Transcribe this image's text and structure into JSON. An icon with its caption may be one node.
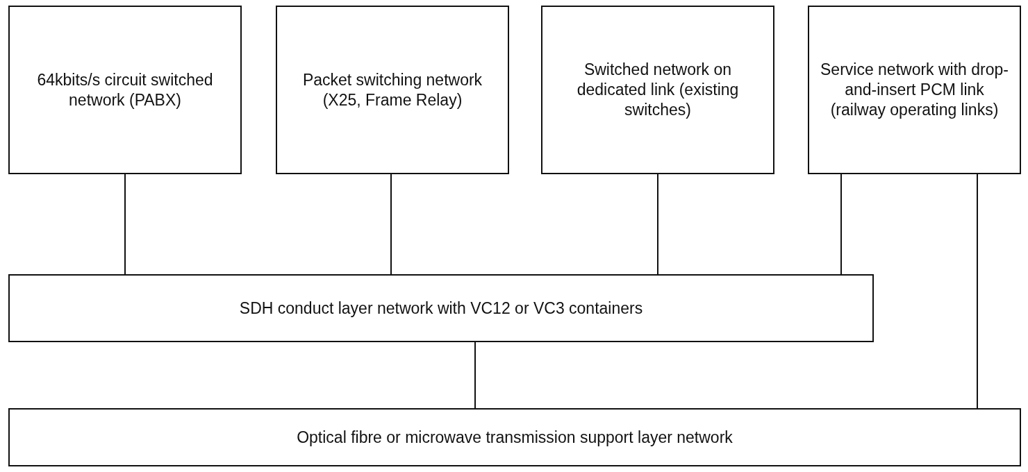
{
  "diagram": {
    "nodes": [
      {
        "text": [
          "64kbits/s circuit switched network (PABX)"
        ]
      },
      {
        "text": [
          "Packet switching network (X25, Frame Relay)"
        ]
      },
      {
        "text": [
          "Switched network on dedicated link (existing switches)"
        ]
      },
      {
        "text": [
          "Service network with drop-and-insert PCM link (railway operating links)"
        ]
      },
      {
        "text": [
          "SDH conduct layer network with VC12 or VC3 containers"
        ]
      },
      {
        "text": [
          "Optical fibre or microwave transmission support layer network"
        ]
      }
    ],
    "edges": [
      {
        "from": 0,
        "to": 4,
        "arrow": "none"
      },
      {
        "from": 1,
        "to": 4,
        "arrow": "none"
      },
      {
        "from": 2,
        "to": 4,
        "arrow": "none"
      },
      {
        "from": 3,
        "to": 4,
        "arrow": "none"
      },
      {
        "from": 4,
        "to": 5,
        "arrow": "none"
      },
      {
        "from": 3,
        "to": 5,
        "arrow": "none"
      }
    ]
  }
}
